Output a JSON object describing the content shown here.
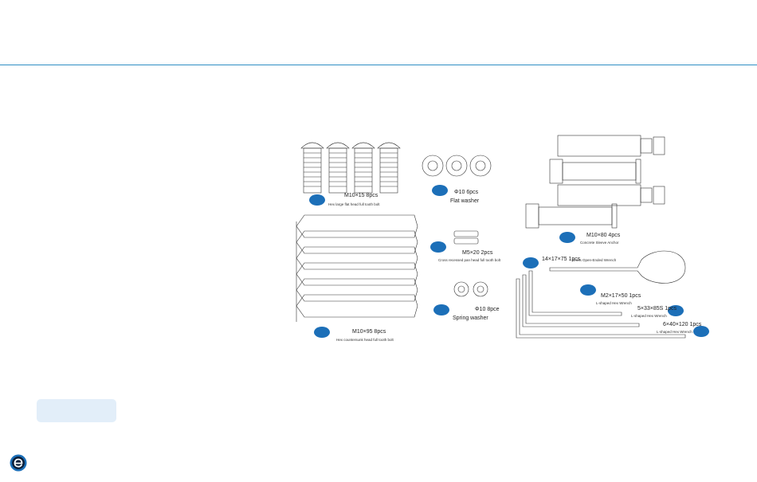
{
  "parts": [
    {
      "spec": "M10×15  8pcs",
      "desc": "Hex large flat head full tooth bolt"
    },
    {
      "spec": "Φ10  6pcs",
      "desc": "Flat washer"
    },
    {
      "spec": "M5×20  2pcs",
      "desc": "Cross recessed pan head full tooth bolt"
    },
    {
      "spec": "Φ10  8pce",
      "desc": "Spring washer"
    },
    {
      "spec": "M10×95  8pcs",
      "desc": "Hex countersunk head full tooth bolt"
    },
    {
      "spec": "M10×80  4pcs",
      "desc": "Concrete Sleeve Anchor"
    },
    {
      "spec": "14×17×75  1pcs",
      "desc": "Cross Open-Ended Wrench"
    },
    {
      "spec": "M2×17×50  1pcs",
      "desc": "L-shaped Hex Wrench"
    },
    {
      "spec": "5×33×85S  1pcs",
      "desc": "L-shaped Hex Wrench"
    },
    {
      "spec": "6×40×120  1pcs",
      "desc": "L-shaped Hex Wrench"
    }
  ],
  "colors": {
    "accent": "#1c6fb8",
    "rule": "#2f8fc4",
    "button_bg": "#e2eef9"
  },
  "logo_icon": "e-logo-icon"
}
